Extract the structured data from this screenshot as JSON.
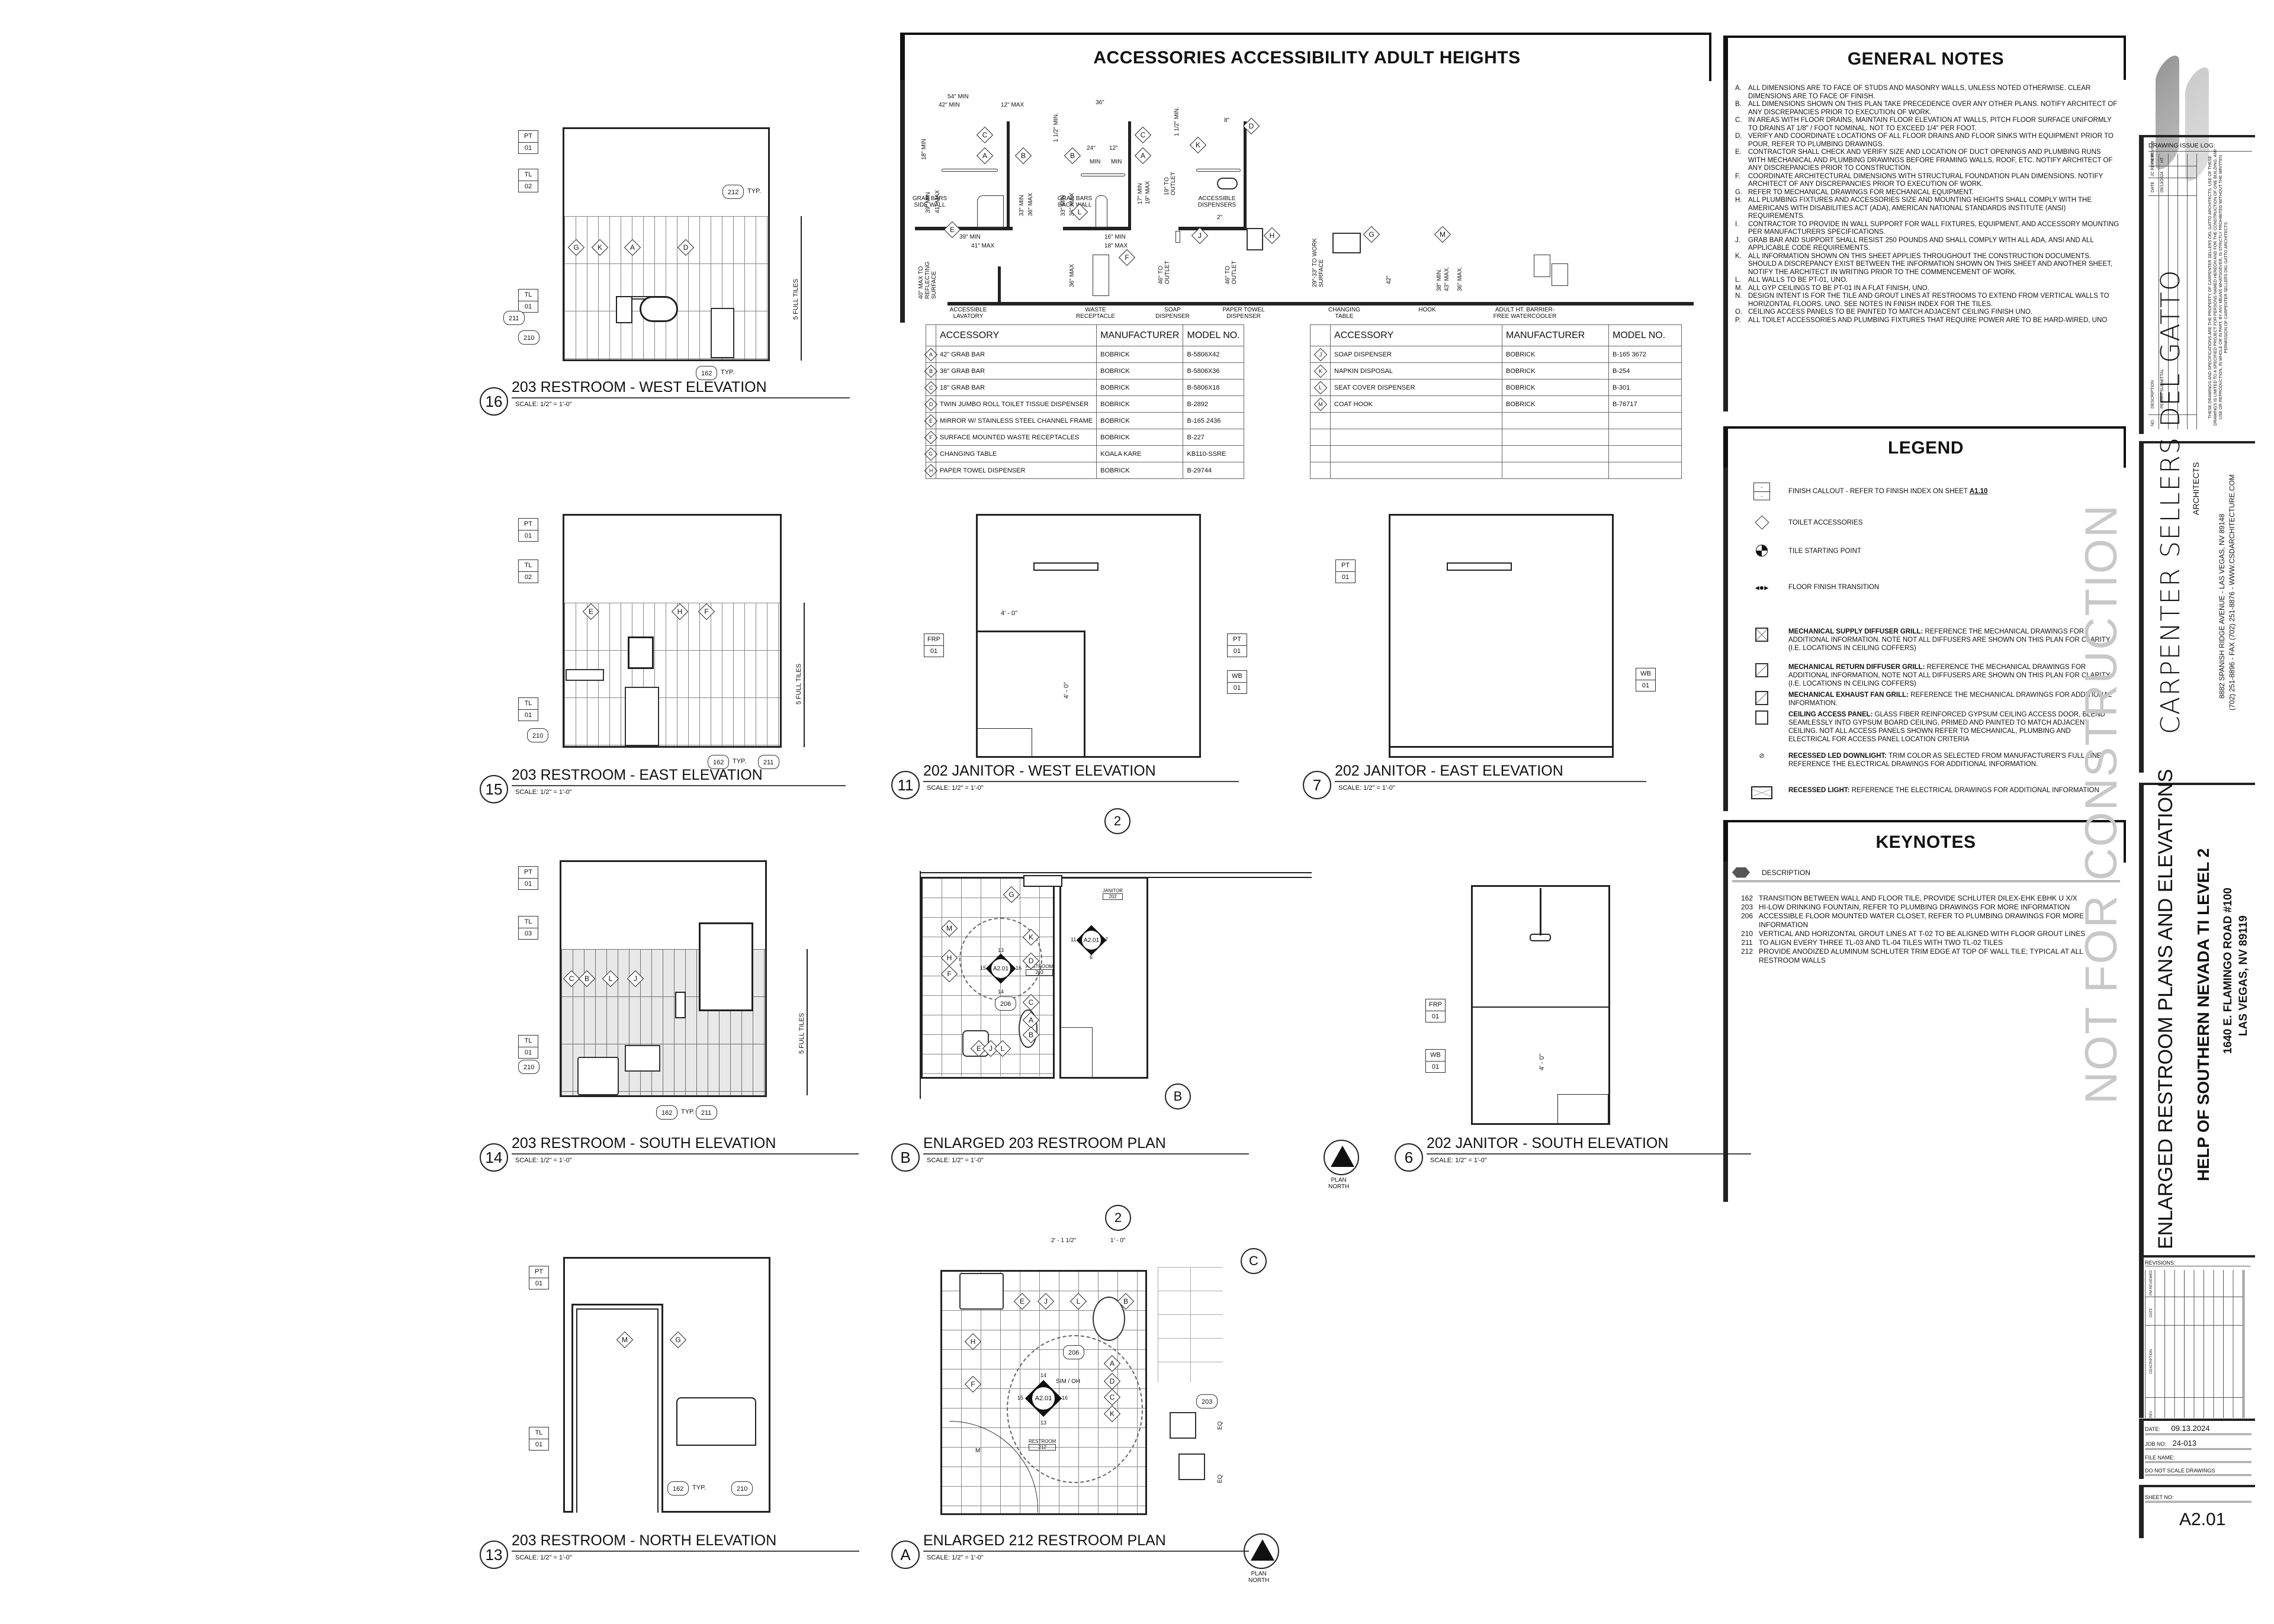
{
  "sheet": {
    "number": "A2.01",
    "title": "ENLARGED RESTROOM PLANS AND ELEVATIONS",
    "project": "HELP OF SOUTHERN NEVADA TI LEVEL 2",
    "address_line1": "1640 E. FLAMINGO ROAD #100",
    "address_line2": "LAS VEGAS, NV 89119",
    "watermark": "NOT FOR CONSTRUCTION",
    "date_label": "DATE:",
    "date": "09.13.2024",
    "job_label": "JOB NO:",
    "job_no": "24-013",
    "file_label": "FILE NAME:",
    "file_name": "",
    "do_not_scale": "DO NOT SCALE DRAWINGS",
    "sheet_no_label": "SHEET NO:"
  },
  "firm": {
    "name": "CARPENTER SELLERS DEL GATTO",
    "subtitle": "ARCHITECTS",
    "address": "8882 SPANISH RIDGE AVENUE - LAS VEGAS, NV 89148",
    "contact": "(702) 251-8896 - FAX (702) 251-8876 - WWW.CSDARCHITECTURE.COM"
  },
  "issue_log": {
    "title": "DRAWING ISSUE LOG:",
    "columns": [
      "NO.",
      "DESCRIPTION",
      "DATE",
      "JC REVIEW",
      "PM REVIEW"
    ],
    "rows": [
      {
        "no": "",
        "description": "PERMIT SUBMITTAL",
        "date": "09/13/2024",
        "jc": "",
        "pm": "HT"
      }
    ],
    "disclaimer": "THESE DRAWINGS AND SPECIFICATIONS ARE THE PROPERTY OF CARPENTER SELLERS DEL GATTO ARCHITECTS. USE OF THESE DRAWINGS IS LIMITED TO A SPECIFIED PROJECT FOR PERSONS NAMED HEREON AND FOR THE CONSTRUCTION OF ONE BUILDING. ANY USE OR REPRODUCTION, IN WHOLE OR IN PART, BY ANY MEANS WHATSOEVER, IS STRICTLY PROHIBITED WITHOUT THE WRITTEN PERMISSION OF CARPENTER SELLERS DEL GATTO ARCHITECTS."
  },
  "revisions": {
    "title": "REVISIONS:",
    "columns": [
      "REV",
      "DESCRIPTION",
      "DATE",
      "PM REVIEWED"
    ]
  },
  "accessories": {
    "title": "ACCESSORIES ACCESSIBILITY ADULT HEIGHTS",
    "diagram_labels": {
      "side_wall": "GRAB BARS SIDE WALL",
      "back_wall": "GRAB BARS BACK WALL",
      "dispensers": "ACCESSIBLE DISPENSERS",
      "lavatory": "ACCESSIBLE LAVATORY",
      "waste": "WASTE RECEPTACLE",
      "soap": "SOAP DISPENSER",
      "towel": "PAPER TOWEL DISPENSER",
      "changing": "CHANGING TABLE",
      "hook": "HOOK",
      "watercooler": "ADULT HT. BARRIER-FREE WATERCOOLER"
    },
    "dims": {
      "d54": "54\" MIN",
      "d42": "42\" MIN",
      "d12max": "12\" MAX",
      "d18min": "18\" MIN",
      "d39min": "39\" MIN",
      "d41max": "41\" MAX",
      "d33min": "33\" MIN",
      "d36max": "36\" MAX",
      "d36": "36\"",
      "d24": "24\"",
      "d12": "12\"",
      "min": "MIN",
      "d16min": "16\" MIN",
      "d18max": "18\" MAX",
      "d17min": "17\" MIN",
      "d19max": "19\" MAX",
      "d112": "1 1/2\" MIN.",
      "d8": "8\"",
      "d2": "2\"",
      "d19outlet": "19\" TO OUTLET",
      "d40": "40\" MAX TO REFLECTING SURFACE",
      "d46a": "46\" TO OUTLET",
      "d46b": "46\" TO OUTLET",
      "d3max": "36\" MAX",
      "d2933": "29\"-33\" TO WORK SURFACE",
      "d42h": "42\"",
      "d38": "38\" MIN.",
      "d43": "43\" MAX.",
      "d36w": "36\" MAX."
    },
    "headers": [
      "",
      "ACCESSORY",
      "MANUFACTURER",
      "MODEL NO."
    ],
    "left": [
      {
        "key": "A",
        "accessory": "42\" GRAB BAR",
        "manufacturer": "BOBRICK",
        "model": "B-5806X42"
      },
      {
        "key": "B",
        "accessory": "36\" GRAB BAR",
        "manufacturer": "BOBRICK",
        "model": "B-5806X36"
      },
      {
        "key": "C",
        "accessory": "18\" GRAB BAR",
        "manufacturer": "BOBRICK",
        "model": "B-5806X18"
      },
      {
        "key": "D",
        "accessory": "TWIN JUMBO ROLL TOILET TISSUE DISPENSER",
        "manufacturer": "BOBRICK",
        "model": "B-2892"
      },
      {
        "key": "E",
        "accessory": "MIRROR W/ STAINLESS STEEL CHANNEL FRAME",
        "manufacturer": "BOBRICK",
        "model": "B-165 2436"
      },
      {
        "key": "F",
        "accessory": "SURFACE MOUNTED WASTE RECEPTACLES",
        "manufacturer": "BOBRICK",
        "model": "B-227"
      },
      {
        "key": "G",
        "accessory": "CHANGING TABLE",
        "manufacturer": "KOALA KARE",
        "model": "KB110-SSRE"
      },
      {
        "key": "H",
        "accessory": "PAPER TOWEL DISPENSER",
        "manufacturer": "BOBRICK",
        "model": "B-29744"
      }
    ],
    "right": [
      {
        "key": "J",
        "accessory": "SOAP DISPENSER",
        "manufacturer": "BOBRICK",
        "model": "B-165 3672"
      },
      {
        "key": "K",
        "accessory": "NAPKIN DISPOSAL",
        "manufacturer": "BOBRICK",
        "model": "B-254"
      },
      {
        "key": "L",
        "accessory": "SEAT COVER DISPENSER",
        "manufacturer": "BOBRICK",
        "model": "B-301"
      },
      {
        "key": "M",
        "accessory": "COAT HOOK",
        "manufacturer": "BOBRICK",
        "model": "B-76717"
      },
      {
        "key": "",
        "accessory": "",
        "manufacturer": "",
        "model": ""
      },
      {
        "key": "",
        "accessory": "",
        "manufacturer": "",
        "model": ""
      },
      {
        "key": "",
        "accessory": "",
        "manufacturer": "",
        "model": ""
      },
      {
        "key": "",
        "accessory": "",
        "manufacturer": "",
        "model": ""
      }
    ]
  },
  "general_notes": {
    "title": "GENERAL NOTES",
    "items": [
      {
        "key": "A.",
        "text": "ALL DIMENSIONS ARE TO FACE OF STUDS AND MASONRY WALLS, UNLESS NOTED OTHERWISE. CLEAR DIMENSIONS ARE TO FACE OF FINISH."
      },
      {
        "key": "B.",
        "text": "ALL DIMENSIONS SHOWN ON THIS PLAN TAKE PRECEDENCE OVER ANY OTHER PLANS. NOTIFY ARCHITECT OF ANY DISCREPANCIES PRIOR TO EXECUTION OF WORK."
      },
      {
        "key": "C.",
        "text": "IN AREAS WITH FLOOR DRAINS, MAINTAIN FLOOR ELEVATION AT WALLS, PITCH FLOOR SURFACE UNIFORMLY TO DRAINS AT 1/8\" / FOOT NOMINAL. NOT TO EXCEED 1/4\" PER FOOT."
      },
      {
        "key": "D.",
        "text": "VERIFY AND COORDINATE LOCATIONS OF ALL FLOOR DRAINS AND FLOOR SINKS WITH EQUIPMENT PRIOR TO POUR, REFER TO PLUMBING DRAWINGS."
      },
      {
        "key": "E.",
        "text": "CONTRACTOR SHALL CHECK AND VERIFY SIZE AND LOCATION OF DUCT OPENINGS AND PLUMBING RUNS WITH MECHANICAL AND PLUMBING DRAWINGS BEFORE FRAMING WALLS, ROOF, ETC. NOTIFY ARCHITECT OF ANY DISCREPANCIES PRIOR TO CONSTRUCTION."
      },
      {
        "key": "F.",
        "text": "COORDINATE ARCHITECTURAL DIMENSIONS WITH STRUCTURAL FOUNDATION PLAN DIMENSIONS. NOTIFY ARCHITECT OF ANY DISCREPANCIES PRIOR TO EXECUTION OF WORK."
      },
      {
        "key": "G.",
        "text": "REFER TO MECHANICAL DRAWINGS FOR MECHANICAL EQUIPMENT."
      },
      {
        "key": "H.",
        "text": "ALL PLUMBING FIXTURES AND ACCESSORIES SIZE AND MOUNTING HEIGHTS SHALL COMPLY WITH THE AMERICANS WITH DISABILITIES ACT (ADA), AMERICAN NATIONAL STANDARDS INSTITUTE (ANSI) REQUIREMENTS."
      },
      {
        "key": "I.",
        "text": "CONTRACTOR TO PROVIDE IN WALL SUPPORT FOR WALL FIXTURES, EQUIPMENT, AND ACCESSORY MOUNTING PER MANUFACTURERS SPECIFICATIONS."
      },
      {
        "key": "J.",
        "text": "GRAB BAR AND SUPPORT SHALL RESIST 250 POUNDS AND SHALL COMPLY WITH ALL ADA, ANSI AND ALL APPLICABLE CODE REQUIREMENTS."
      },
      {
        "key": "K.",
        "text": "ALL INFORMATION SHOWN ON THIS SHEET APPLIES THROUGHOUT THE CONSTRUCTION DOCUMENTS. SHOULD A DISCREPANCY EXIST BETWEEN THE INFORMATION SHOWN ON THIS SHEET AND ANOTHER SHEET, NOTIFY THE ARCHITECT IN WRITING PRIOR TO THE COMMENCEMENT OF WORK."
      },
      {
        "key": "L.",
        "text": "ALL WALLS TO BE PT-01, UNO."
      },
      {
        "key": "M.",
        "text": "ALL GYP CEILINGS TO BE PT-01 IN A FLAT FINISH, UNO."
      },
      {
        "key": "N.",
        "text": "DESIGN INTENT IS FOR THE TILE AND GROUT LINES AT RESTROOMS TO EXTEND FROM VERTICAL WALLS TO HORIZONTAL FLOORS, UNO. SEE NOTES IN FINISH INDEX FOR THE TILES."
      },
      {
        "key": "O.",
        "text": "CEILING ACCESS PANELS TO BE PAINTED TO MATCH ADJACENT CEILING FINISH UNO."
      },
      {
        "key": "P.",
        "text": "ALL TOILET ACCESSORIES AND PLUMBING FIXTURES THAT REQUIRE POWER ARE TO BE HARD-WIRED, UNO"
      }
    ]
  },
  "legend": {
    "title": "LEGEND",
    "items": [
      {
        "icon": "finish-callout-icon",
        "bold": "",
        "text": "FINISH CALLOUT - REFER TO FINISH INDEX ON SHEET ",
        "link": "A1.10"
      },
      {
        "icon": "toilet-accessory-diamond-icon",
        "bold": "",
        "text": "TOILET ACCESSORIES",
        "link": ""
      },
      {
        "icon": "tile-starting-point-icon",
        "bold": "",
        "text": "TILE STARTING POINT",
        "link": ""
      },
      {
        "icon": "floor-transition-icon",
        "bold": "",
        "text": "FLOOR FINISH TRANSITION",
        "link": ""
      },
      {
        "icon": "supply-diffuser-icon",
        "bold": "MECHANICAL SUPPLY DIFFUSER GRILL:",
        "text": " REFERENCE THE MECHANICAL DRAWINGS FOR ADDITIONAL INFORMATION. NOTE NOT ALL DIFFUSERS ARE SHOWN ON THIS PLAN FOR CLARITY (I.E. LOCATIONS IN CEILING COFFERS)",
        "link": ""
      },
      {
        "icon": "return-diffuser-icon",
        "bold": "MECHANICAL RETURN DIFFUSER GRILL:",
        "text": " REFERENCE THE MECHANICAL DRAWINGS FOR ADDITIONAL INFORMATION, NOTE NOT ALL DIFFUSERS ARE SHOWN ON THIS PLAN FOR CLARITY (I.E. LOCATIONS IN CEILING COFFERS)",
        "link": ""
      },
      {
        "icon": "exhaust-fan-icon",
        "bold": "MECHANICAL EXHAUST FAN GRILL:",
        "text": " REFERENCE THE MECHANICAL DRAWINGS FOR ADDITIONAL INFORMATION.",
        "link": ""
      },
      {
        "icon": "access-panel-icon",
        "bold": "CEILING ACCESS PANEL:",
        "text": " GLASS FIBER REINFORCED GYPSUM CEILING ACCESS DOOR, BLEND SEAMLESSLY INTO GYPSUM BOARD CEILING, PRIMED AND PAINTED TO MATCH ADJACENT CEILING. NOT ALL ACCESS PANELS SHOWN REFER TO MECHANICAL, PLUMBING AND ELECTRICAL FOR ACCESS PANEL LOCATION CRITERIA",
        "link": ""
      },
      {
        "icon": "led-downlight-icon",
        "bold": "RECESSED LED DOWNLIGHT:",
        "text": " TRIM COLOR AS SELECTED FROM MANUFACTURER'S FULL LINE. REFERENCE THE ELECTRICAL DRAWINGS FOR ADDITIONAL INFORMATION.",
        "link": ""
      },
      {
        "icon": "recessed-light-icon",
        "bold": "RECESSED LIGHT:",
        "text": "  REFERENCE THE ELECTRICAL DRAWINGS FOR ADDITIONAL INFORMATION",
        "link": ""
      }
    ]
  },
  "keynotes": {
    "title": "KEYNOTES",
    "header": "DESCRIPTION",
    "items": [
      {
        "no": "162",
        "text": "TRANSITION BETWEEN WALL AND FLOOR TILE, PROVIDE SCHLUTER DILEX-EHK EBHK U X/X"
      },
      {
        "no": "203",
        "text": "HI-LOW DRINKING FOUNTAIN, REFER TO PLUMBING DRAWINGS FOR MORE INFORMATION"
      },
      {
        "no": "206",
        "text": "ACCESSIBLE FLOOR MOUNTED WATER CLOSET, REFER TO PLUMBING DRAWINGS FOR MORE INFORMATION"
      },
      {
        "no": "210",
        "text": "VERTICAL AND HORIZONTAL GROUT LINES AT T-02 TO BE ALIGNED WITH FLOOR GROUT LINES"
      },
      {
        "no": "211",
        "text": "TO ALIGN EVERY THREE TL-03 AND TL-04 TILES WITH TWO TL-02 TILES"
      },
      {
        "no": "212",
        "text": "PROVIDE ANODIZED ALUMINUM SCHLUTER TRIM EDGE AT TOP OF WALL TILE; TYPICAL AT ALL RESTROOM WALLS"
      }
    ]
  },
  "views": {
    "v16": {
      "num": "16",
      "title": "203 RESTROOM - WEST ELEVATION",
      "scale": "SCALE:  1/2\" = 1'-0\"",
      "tiles": "5 FULL TILES",
      "typ": "TYP."
    },
    "v15": {
      "num": "15",
      "title": "203 RESTROOM - EAST ELEVATION",
      "scale": "SCALE:  1/2\" = 1'-0\"",
      "tiles": "5 FULL TILES",
      "typ": "TYP."
    },
    "v14": {
      "num": "14",
      "title": "203 RESTROOM - SOUTH ELEVATION",
      "scale": "SCALE:  1/2\" = 1'-0\"",
      "tiles": "5 FULL TILES",
      "typ": "TYP."
    },
    "v13": {
      "num": "13",
      "title": "203 RESTROOM - NORTH ELEVATION",
      "scale": "SCALE:  1/2\" = 1'-0\"",
      "typ": "TYP."
    },
    "v11": {
      "num": "11",
      "title": "202 JANITOR - WEST ELEVATION",
      "scale": "SCALE:  1/2\" = 1'-0\"",
      "dim_h": "4' - 0\"",
      "dim_v": "4' - 0\""
    },
    "v7": {
      "num": "7",
      "title": "202 JANITOR - EAST ELEVATION",
      "scale": "SCALE:  1/2\" = 1'-0\""
    },
    "v6": {
      "num": "6",
      "title": "202 JANITOR - SOUTH ELEVATION",
      "scale": "SCALE:  1/2\" = 1'-0\"",
      "dim_v": "4' - 0\""
    },
    "vB": {
      "num": "B",
      "title": "ENLARGED 203 RESTROOM PLAN",
      "scale": "SCALE:  1/2\" = 1'-0\"",
      "grid_top": "2",
      "grid_right": "B",
      "room": "RESTROOM",
      "room_no": "203",
      "room2": "JANITOR",
      "room2_no": "202",
      "sec": "A2.01",
      "s13": "13",
      "s14": "14",
      "s15": "15",
      "s16": "16",
      "s11": "11",
      "s7": "7",
      "s6": "6"
    },
    "vA": {
      "num": "A",
      "title": "ENLARGED 212 RESTROOM PLAN",
      "scale": "SCALE:  1/2\" = 1'-0\"",
      "grid_top": "2",
      "grid_right": "C",
      "room": "RESTROOM",
      "room_no": "212",
      "sec": "A2.01",
      "sim": "SIM / OH",
      "dim1": "2' - 1 1/2\"",
      "dim2": "1' - 0\"",
      "eq": "EQ",
      "s13": "13",
      "s14": "14",
      "s15": "15",
      "s16": "16"
    },
    "north": {
      "label1": "PLAN",
      "label2": "NORTH"
    }
  },
  "finish_tags": {
    "pt": [
      "PT",
      "01"
    ],
    "tl01": [
      "TL",
      "01"
    ],
    "tl02": [
      "TL",
      "02"
    ],
    "tl03": [
      "TL",
      "03"
    ],
    "frp": [
      "FRP",
      "01"
    ],
    "wb": [
      "WB",
      "01"
    ]
  },
  "keynote_tags": {
    "k162": "162",
    "k203": "203",
    "k206": "206",
    "k210": "210",
    "k211": "211",
    "k212": "212"
  },
  "acc_keys": {
    "A": "A",
    "B": "B",
    "C": "C",
    "D": "D",
    "E": "E",
    "F": "F",
    "G": "G",
    "H": "H",
    "J": "J",
    "K": "K",
    "L": "L",
    "M": "M"
  }
}
